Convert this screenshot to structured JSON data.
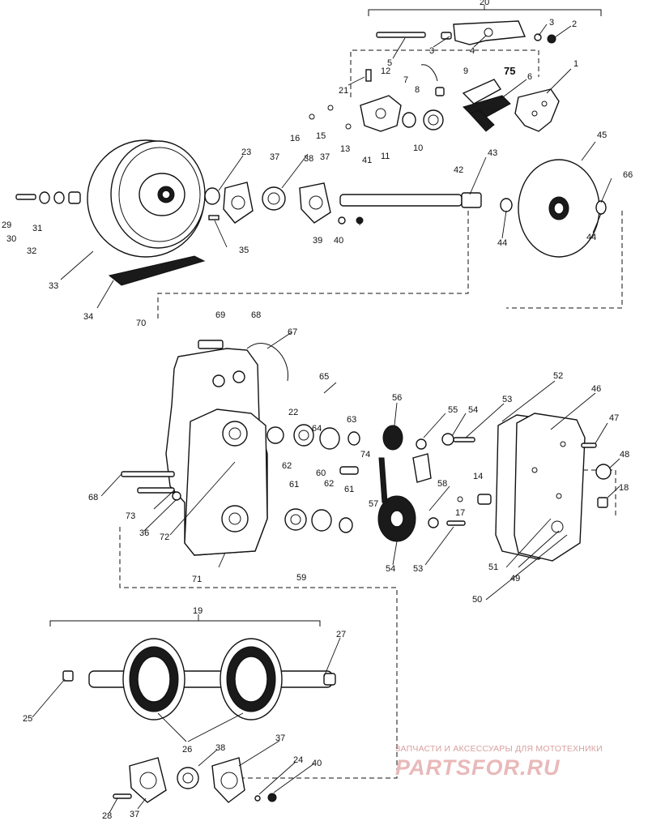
{
  "diagram": {
    "callouts": [
      "1",
      "2",
      "3",
      "3",
      "4",
      "5",
      "6",
      "7",
      "8",
      "9",
      "10",
      "11",
      "12",
      "13",
      "14",
      "15",
      "16",
      "17",
      "18",
      "19",
      "20",
      "21",
      "22",
      "23",
      "24",
      "25",
      "26",
      "27",
      "28",
      "29",
      "30",
      "31",
      "32",
      "33",
      "34",
      "35",
      "36",
      "37",
      "37",
      "37",
      "37",
      "38",
      "38",
      "39",
      "40",
      "40",
      "41",
      "42",
      "43",
      "44",
      "44",
      "45",
      "46",
      "47",
      "48",
      "49",
      "50",
      "51",
      "52",
      "53",
      "53",
      "54",
      "54",
      "55",
      "56",
      "57",
      "58",
      "59",
      "60",
      "61",
      "61",
      "62",
      "62",
      "63",
      "64",
      "65",
      "66",
      "67",
      "68",
      "68",
      "69",
      "70",
      "71",
      "72",
      "73",
      "74",
      "75"
    ]
  },
  "watermark": {
    "tagline": "ЗАПЧАСТИ И АКСЕССУАРЫ ДЛЯ МОТОТЕХНИКИ",
    "logo_text": "PARTSFOR.RU"
  }
}
